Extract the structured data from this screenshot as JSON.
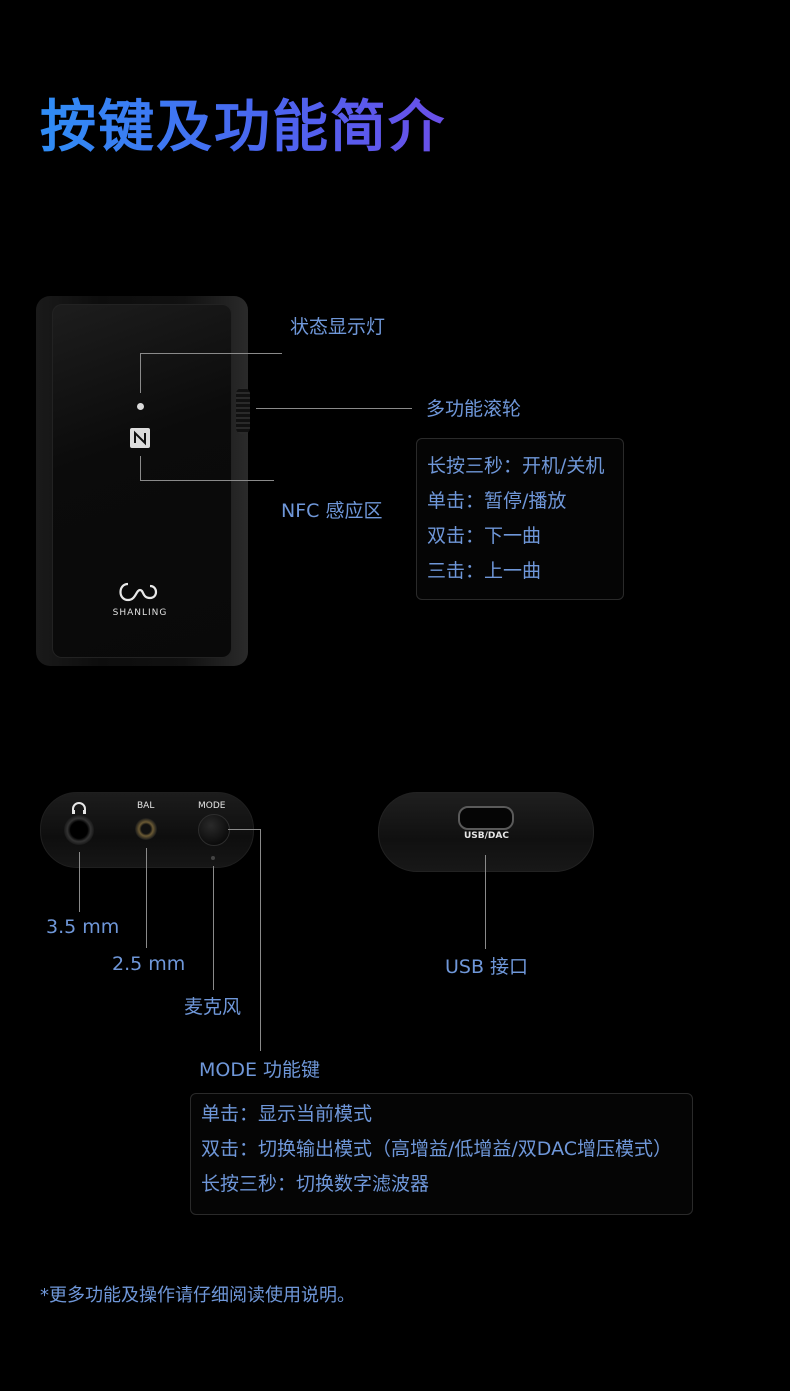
{
  "title": "按键及功能简介",
  "device": {
    "brand": "SHANLING"
  },
  "front_callouts": {
    "status_light": "状态显示灯",
    "scroll_wheel": "多功能滚轮",
    "nfc_area": "NFC 感应区"
  },
  "wheel_box": {
    "items": [
      "长按三秒：开机/关机",
      "单击：暂停/播放",
      "双击：下一曲",
      "三击：上一曲"
    ]
  },
  "bottom": {
    "bal_label": "BAL",
    "mode_label": "MODE",
    "usb_port_label": "USB/DAC",
    "jack35": "3.5 mm",
    "jack25": "2.5 mm",
    "mic": "麦克风",
    "usb": "USB 接口",
    "mode_key": "MODE 功能键"
  },
  "mode_box": {
    "items": [
      "单击：显示当前模式",
      "双击：切换输出模式（高增益/低增益/双DAC增压模式）",
      "长按三秒：切换数字滤波器"
    ]
  },
  "footnote": "*更多功能及操作请仔细阅读使用说明。",
  "colors": {
    "accent_text": "#6f97d9",
    "title_gradient_start": "#2f8df5",
    "title_gradient_end": "#6a4fe8",
    "background": "#000000"
  }
}
